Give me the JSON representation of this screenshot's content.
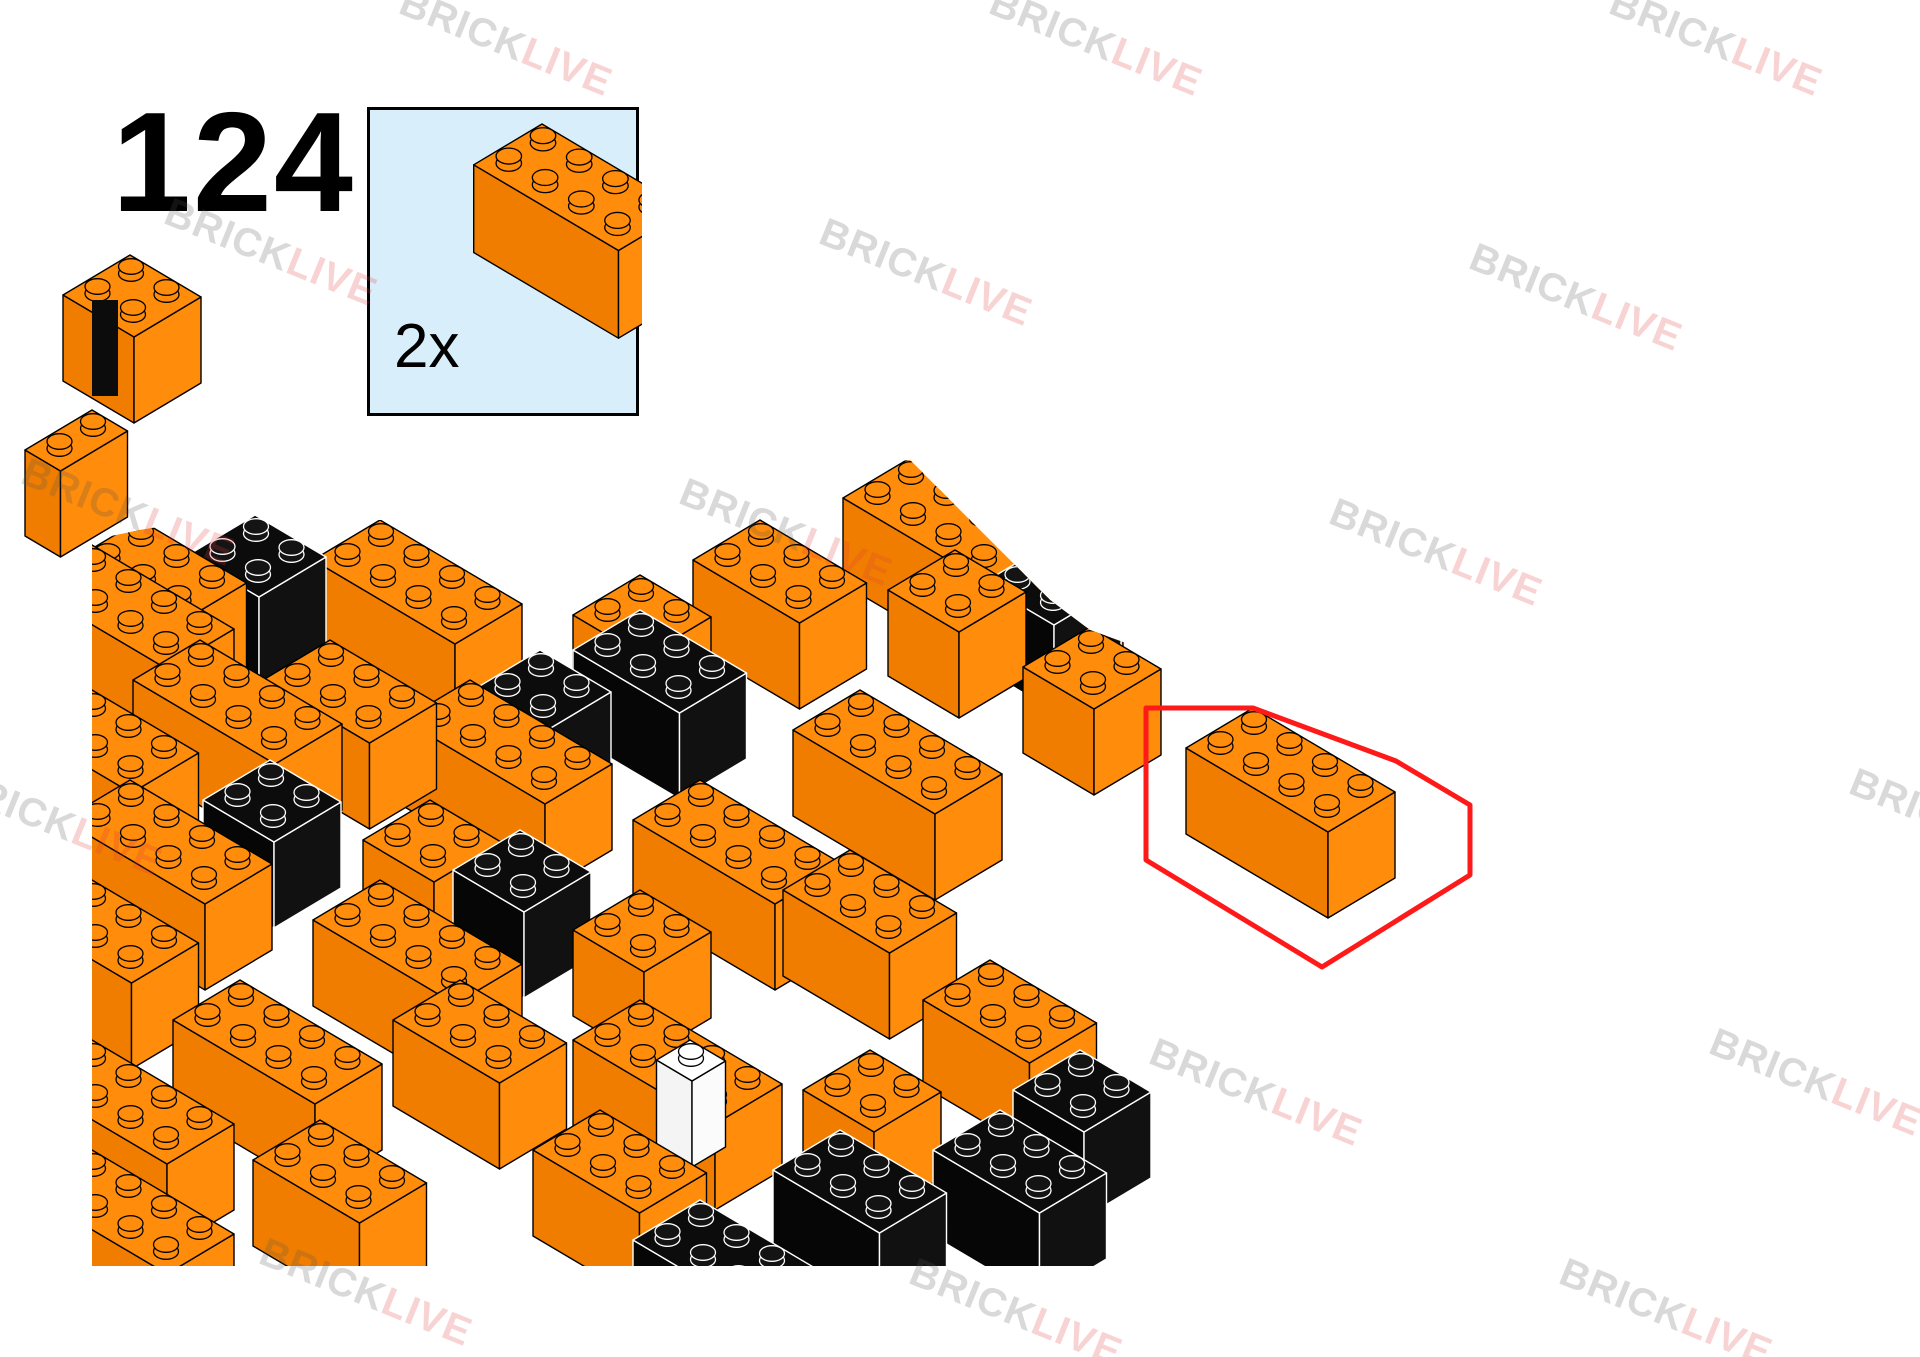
{
  "instruction": {
    "step_number": "124",
    "parts": [
      {
        "quantity": "2x",
        "part": "brick-2x4",
        "color": "#ff8c0a",
        "icon": "orange-brick-2x4-icon"
      }
    ]
  },
  "colors": {
    "orange": "#ff8c0a",
    "orange_side": "#f07d00",
    "black": "#0c0c0c",
    "white": "#ffffff",
    "highlight": "#ff1a1a",
    "callout_bg": "#d9eefb"
  },
  "watermark": {
    "part1": "BRICK",
    "part2": "LIVE",
    "part1_color": "#555555",
    "part2_color": "#e43b3b"
  }
}
